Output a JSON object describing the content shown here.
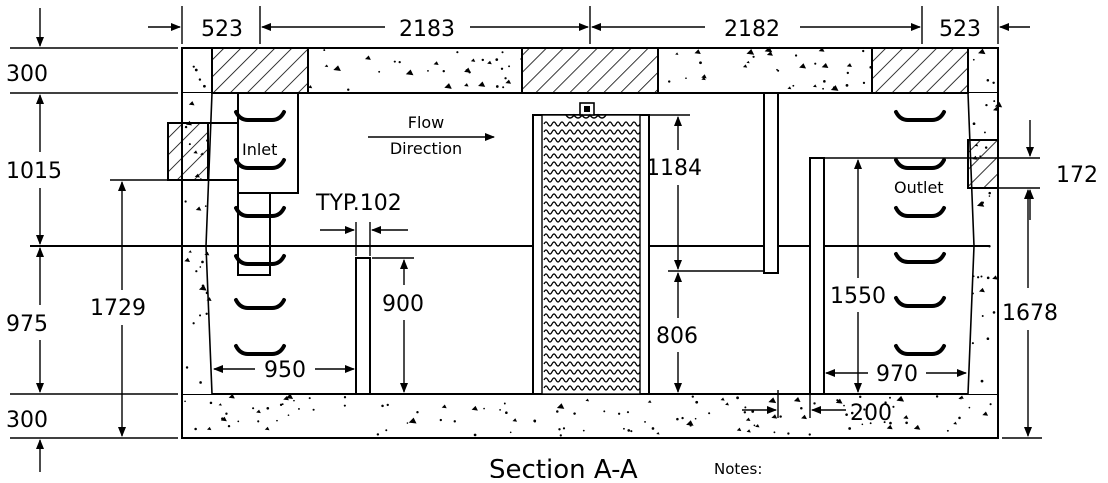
{
  "drawing": {
    "section_title": "Section A-A",
    "notes_label": "Notes:",
    "labels": {
      "inlet": "Inlet",
      "outlet": "Outlet",
      "flow_line1": "Flow",
      "flow_line2": "Direction",
      "typ": "TYP.102"
    },
    "dims_top": [
      "523",
      "2183",
      "2182",
      "523"
    ],
    "dims_left": [
      "300",
      "1015",
      "975",
      "300"
    ],
    "dim_1729": "1729",
    "dim_950": "950",
    "dim_900": "900",
    "dim_1184": "1184",
    "dim_806": "806",
    "dim_1550": "1550",
    "dim_970": "970",
    "dim_200": "200",
    "dim_172": "172",
    "dim_1678": "1678"
  }
}
